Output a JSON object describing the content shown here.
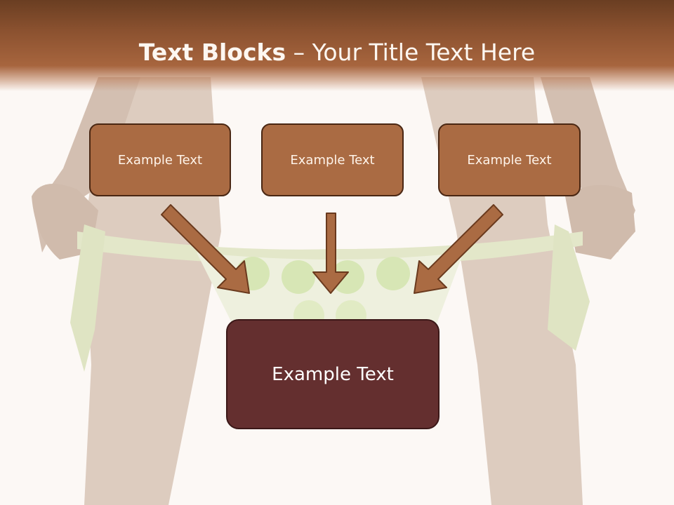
{
  "slide": {
    "title_bold": "Text Blocks",
    "title_rest": " – Your Title Text Here"
  },
  "blocks": [
    {
      "label": "Example Text"
    },
    {
      "label": "Example Text"
    },
    {
      "label": "Example Text"
    }
  ],
  "target": {
    "label": "Example Text"
  },
  "colors": {
    "header": "#8c5230",
    "block_fill": "#aa6b43",
    "block_border": "#4a2713",
    "target_fill": "#642f2f",
    "arrow": "#aa6b43"
  }
}
